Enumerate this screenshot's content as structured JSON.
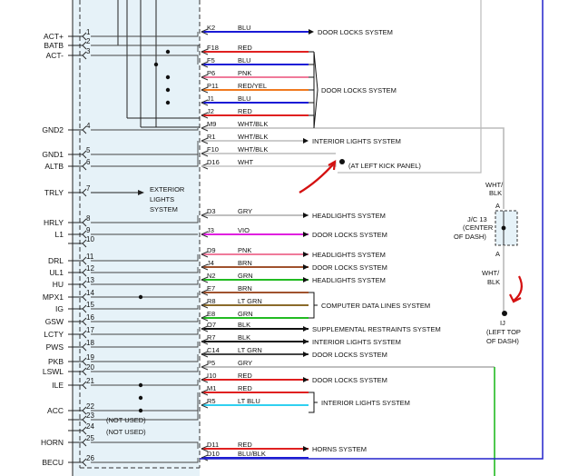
{
  "left_labels": [
    {
      "name": "ACT+",
      "pin": "1"
    },
    {
      "name": "BATB",
      "pin": "2"
    },
    {
      "name": "ACT-",
      "pin": "3"
    },
    {
      "name": "GND2",
      "pin": "4"
    },
    {
      "name": "GND1",
      "pin": "5"
    },
    {
      "name": "ALTB",
      "pin": "6"
    },
    {
      "name": "TRLY",
      "pin": "7"
    },
    {
      "name": "HRLY",
      "pin": "8"
    },
    {
      "name": "L1",
      "pin": "9"
    },
    {
      "name": "",
      "pin": "10"
    },
    {
      "name": "DRL",
      "pin": "11"
    },
    {
      "name": "UL1",
      "pin": "12"
    },
    {
      "name": "HU",
      "pin": "13"
    },
    {
      "name": "MPX1",
      "pin": "14"
    },
    {
      "name": "IG",
      "pin": "15"
    },
    {
      "name": "GSW",
      "pin": "16"
    },
    {
      "name": "LCTY",
      "pin": "17"
    },
    {
      "name": "PWS",
      "pin": "18"
    },
    {
      "name": "PKB",
      "pin": "19"
    },
    {
      "name": "LSWL",
      "pin": "20"
    },
    {
      "name": "ILE",
      "pin": "21"
    },
    {
      "name": "ACC",
      "pin": "22"
    },
    {
      "name": "",
      "pin": "23"
    },
    {
      "name": "",
      "pin": "24"
    },
    {
      "name": "HORN",
      "pin": "25"
    },
    {
      "name": "BECU",
      "pin": "26"
    }
  ],
  "not_used": "(NOT USED)",
  "exterior_lights": [
    "EXTERIOR",
    "LIGHTS",
    "SYSTEM"
  ],
  "wires": [
    {
      "code": "K2",
      "color": "BLU",
      "hex": "#1a1ad6"
    },
    {
      "code": "F18",
      "color": "RED",
      "hex": "#e02020"
    },
    {
      "code": "F5",
      "color": "BLU",
      "hex": "#1a1ad6"
    },
    {
      "code": "P6",
      "color": "PNK",
      "hex": "#f07a9a"
    },
    {
      "code": "P11",
      "color": "RED/YEL",
      "hex": "#f07a20"
    },
    {
      "code": "J1",
      "color": "BLU",
      "hex": "#1a1ad6"
    },
    {
      "code": "J2",
      "color": "RED",
      "hex": "#e02020"
    },
    {
      "code": "M9",
      "color": "WHT/BLK",
      "hex": "#bbbbbb"
    },
    {
      "code": "R1",
      "color": "WHT/BLK",
      "hex": "#bbbbbb"
    },
    {
      "code": "F10",
      "color": "WHT/BLK",
      "hex": "#bbbbbb"
    },
    {
      "code": "D16",
      "color": "WHT",
      "hex": "#cccccc"
    },
    {
      "code": "D3",
      "color": "GRY",
      "hex": "#aaaaaa"
    },
    {
      "code": "J3",
      "color": "VIO",
      "hex": "#e020e0"
    },
    {
      "code": "D9",
      "color": "PNK",
      "hex": "#f07a9a"
    },
    {
      "code": "J4",
      "color": "BRN",
      "hex": "#a0522d"
    },
    {
      "code": "N2",
      "color": "GRN",
      "hex": "#22bb22"
    },
    {
      "code": "E7",
      "color": "BRN",
      "hex": "#a0522d"
    },
    {
      "code": "R8",
      "color": "LT GRN",
      "hex": "#8a6a2a"
    },
    {
      "code": "E8",
      "color": "GRN",
      "hex": "#22bb22"
    },
    {
      "code": "O7",
      "color": "BLK",
      "hex": "#111111"
    },
    {
      "code": "R7",
      "color": "BLK",
      "hex": "#111111"
    },
    {
      "code": "C14",
      "color": "LT GRN",
      "hex": "#444444"
    },
    {
      "code": "P5",
      "color": "GRY",
      "hex": "#aaaaaa"
    },
    {
      "code": "I10",
      "color": "RED",
      "hex": "#e02020"
    },
    {
      "code": "M1",
      "color": "RED",
      "hex": "#e02020"
    },
    {
      "code": "R5",
      "color": "LT BLU",
      "hex": "#30d0f0"
    },
    {
      "code": "D11",
      "color": "RED",
      "hex": "#e02020"
    },
    {
      "code": "D10",
      "color": "BLU/BLK",
      "hex": "#1a1ad6"
    }
  ],
  "systems": {
    "door_locks": "DOOR LOCKS SYSTEM",
    "interior_lights": "INTERIOR LIGHTS SYSTEM",
    "headlights": "HEADLIGHTS SYSTEM",
    "computer_data_lines": "COMPUTER DATA LINES SYSTEM",
    "srs": "SUPPLEMENTAL RESTRAINTS SYSTEM",
    "horns": "HORNS SYSTEM"
  },
  "kick_panel": "(AT LEFT KICK PANEL)",
  "jc13": {
    "name": "J/C 13",
    "loc": [
      "(CENTER",
      "OF DASH)"
    ],
    "pin": "A"
  },
  "wht_blk": "WHT/BLK",
  "wht_blk_split": [
    "WHT/",
    "BLK"
  ],
  "ij": {
    "name": "IJ",
    "loc": [
      "(LEFT TOP",
      "OF DASH)"
    ]
  }
}
